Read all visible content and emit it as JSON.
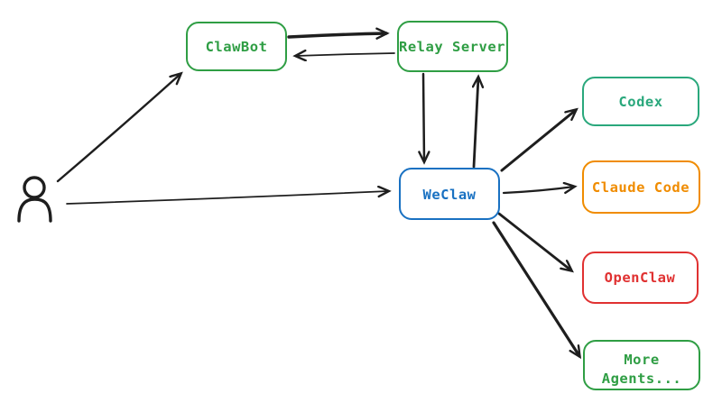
{
  "diagram": {
    "background": "#ffffff",
    "stroke_color": "#1e1e1e",
    "nodes": {
      "user": {
        "type": "person-icon"
      },
      "clawbot": {
        "label": "ClawBot",
        "color": "#2f9e44"
      },
      "relay_server": {
        "label": "Relay Server",
        "color": "#2f9e44"
      },
      "weclaw": {
        "label": "WeClaw",
        "color": "#1971c2"
      },
      "codex": {
        "label": "Codex",
        "color": "#2aa87c"
      },
      "claude_code": {
        "label": "Claude Code",
        "color": "#f08c00"
      },
      "openclaw": {
        "label": "OpenClaw",
        "color": "#e03131"
      },
      "more_agents": {
        "label_line1": "More",
        "label_line2": "Agents...",
        "color": "#2f9e44"
      }
    },
    "edges": [
      {
        "from": "user",
        "to": "clawbot"
      },
      {
        "from": "user",
        "to": "weclaw"
      },
      {
        "from": "clawbot",
        "to": "relay_server"
      },
      {
        "from": "relay_server",
        "to": "clawbot"
      },
      {
        "from": "relay_server",
        "to": "weclaw"
      },
      {
        "from": "weclaw",
        "to": "relay_server"
      },
      {
        "from": "weclaw",
        "to": "codex"
      },
      {
        "from": "weclaw",
        "to": "claude_code"
      },
      {
        "from": "weclaw",
        "to": "openclaw"
      },
      {
        "from": "weclaw",
        "to": "more_agents"
      }
    ]
  }
}
